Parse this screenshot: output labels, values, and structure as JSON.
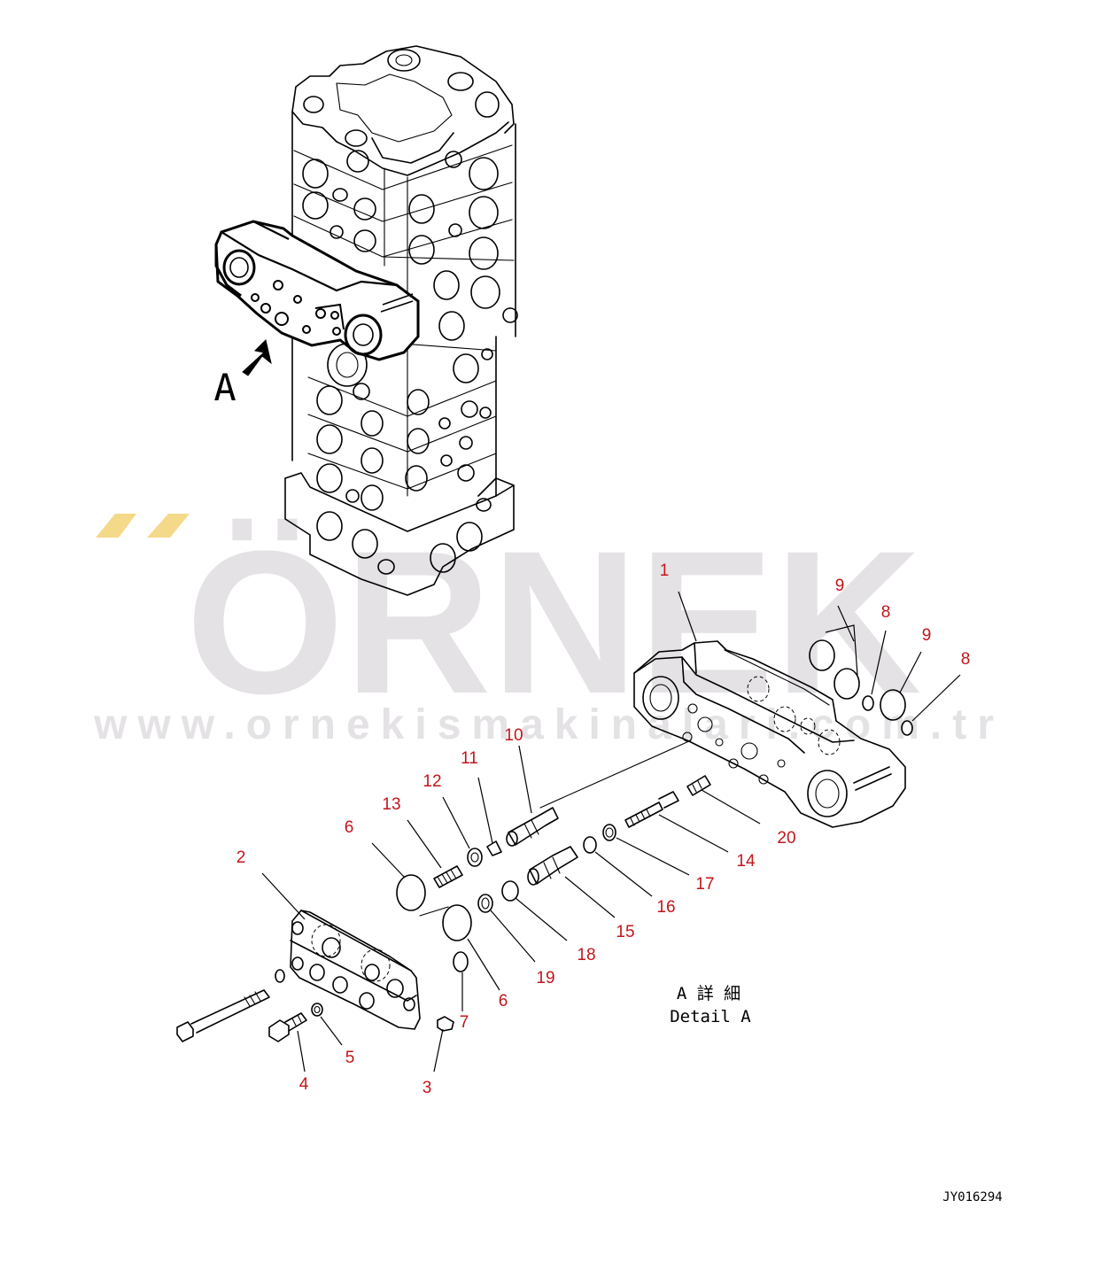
{
  "diagram": {
    "view_label": "A",
    "detail_caption_jp": "A 詳 細",
    "detail_caption_en": "Detail A",
    "drawing_code": "JY016294",
    "callout_color": "#c0161c",
    "callouts": [
      "1",
      "2",
      "3",
      "4",
      "5",
      "6",
      "6",
      "7",
      "8",
      "8",
      "9",
      "9",
      "10",
      "11",
      "12",
      "13",
      "14",
      "15",
      "16",
      "17",
      "18",
      "19",
      "20"
    ]
  },
  "watermark": {
    "brand": "ÖRNEK",
    "url": "www.ornekismakinalari.com.tr",
    "text_color": "#e4e2e5",
    "accent_color": "#f5d98a"
  }
}
